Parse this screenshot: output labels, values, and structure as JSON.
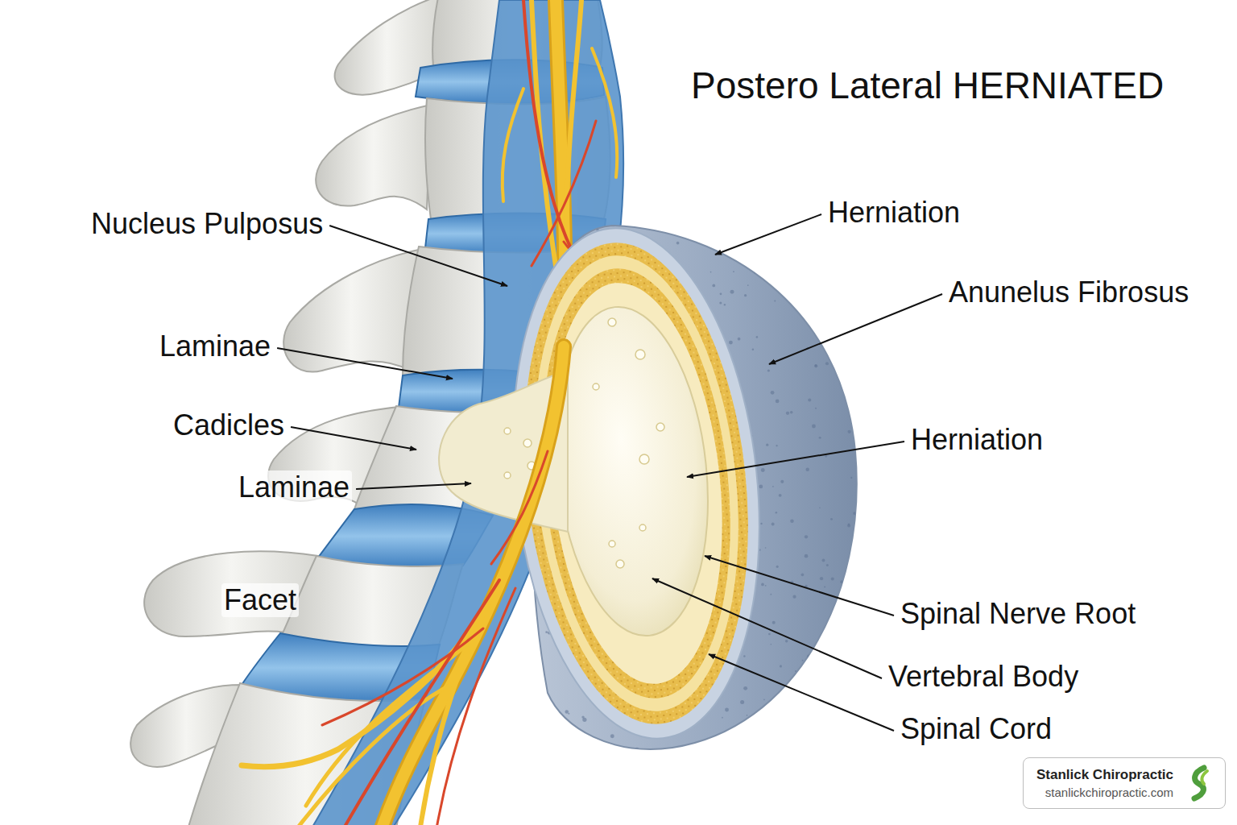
{
  "diagram": {
    "title": "Postero Lateral HERNIATED",
    "nodes": [
      {
        "text": [
          "Stanlick Chiropractic",
          "stanlickchiropractic.com"
        ]
      }
    ],
    "labels": [
      "Herniation",
      "Nucleus Pulposus",
      "Anunelus Fibrosus",
      "Laminae",
      "Cadicles",
      "Herniation",
      "Laminae",
      "Facet",
      "Spinal Nerve Root",
      "Vertebral Body",
      "Spinal Cord"
    ]
  }
}
